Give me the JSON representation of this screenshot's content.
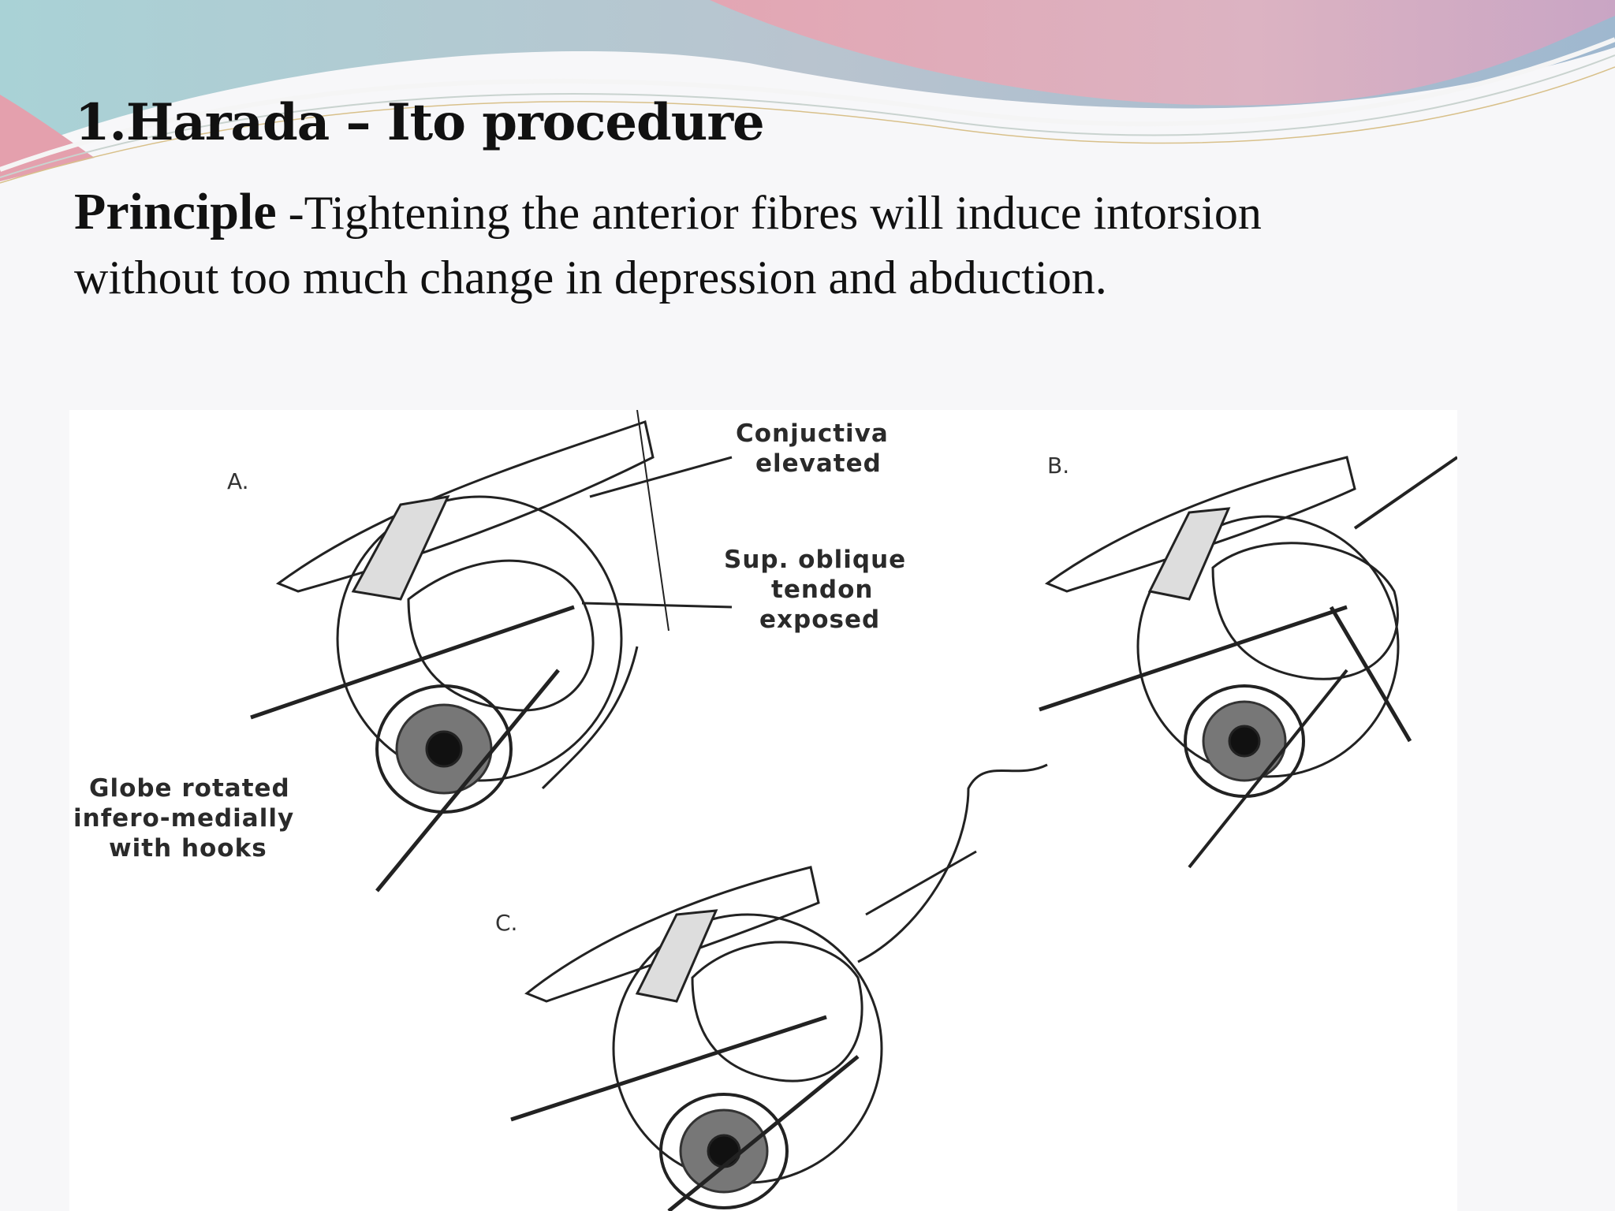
{
  "slide": {
    "title": "1.Harada – Ito procedure",
    "principle_label": "Principle",
    "principle_text": " -Tightening the anterior fibres will induce intorsion without too much change in depression and abduction."
  },
  "figure": {
    "panels": [
      "A.",
      "B.",
      "C."
    ],
    "labels": {
      "conjunctiva_line1": "Conjuctiva",
      "conjunctiva_line2": "elevated",
      "tendon_line1": "Sup. oblique",
      "tendon_line2": "tendon",
      "tendon_line3": "exposed",
      "globe_line1": "Globe rotated",
      "globe_line2": "infero-medially",
      "globe_line3": "with hooks"
    }
  },
  "colors": {
    "header_teal": "#9ec9d0",
    "header_pink": "#d9a7b6",
    "ink": "#111111"
  }
}
